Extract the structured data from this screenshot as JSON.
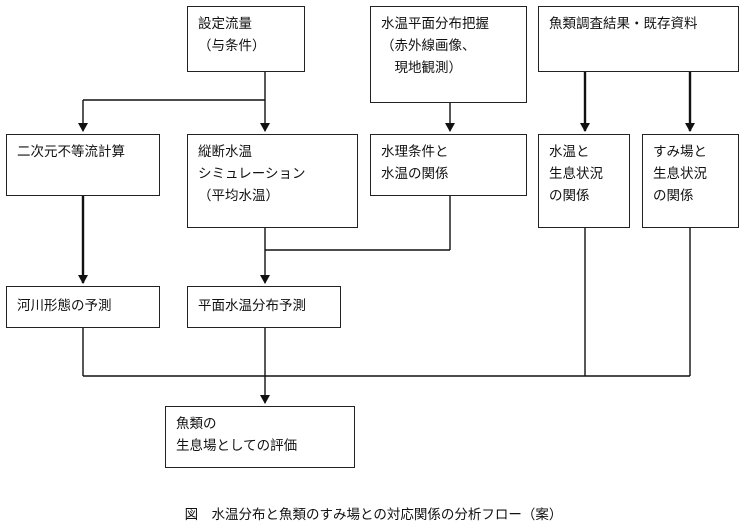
{
  "boxes": {
    "flow": {
      "lines": [
        "設定流量",
        "（与条件）"
      ]
    },
    "plane": {
      "lines": [
        "水温平面分布把握",
        "（赤外線画像、",
        "　現地観測）"
      ]
    },
    "fish": {
      "lines": [
        "魚類調査結果・既存資料"
      ]
    },
    "twod": {
      "lines": [
        "二次元不等流計算"
      ]
    },
    "sim": {
      "lines": [
        "縦断水温",
        "シミュレーション",
        "（平均水温）"
      ]
    },
    "hydro": {
      "lines": [
        "水理条件と",
        "水温の関係"
      ]
    },
    "habitat": {
      "lines": [
        "水温と",
        "生息状況",
        "の関係"
      ]
    },
    "sumiba": {
      "lines": [
        "すみ場と",
        "生息状況",
        "の関係"
      ]
    },
    "river": {
      "lines": [
        "河川形態の予測"
      ]
    },
    "temp": {
      "lines": [
        "平面水温分布予測"
      ]
    },
    "eval": {
      "lines": [
        "魚類の",
        "生息場としての評価"
      ]
    }
  },
  "caption": "図　水温分布と魚類のすみ場との対応関係の分析フロー（案）"
}
